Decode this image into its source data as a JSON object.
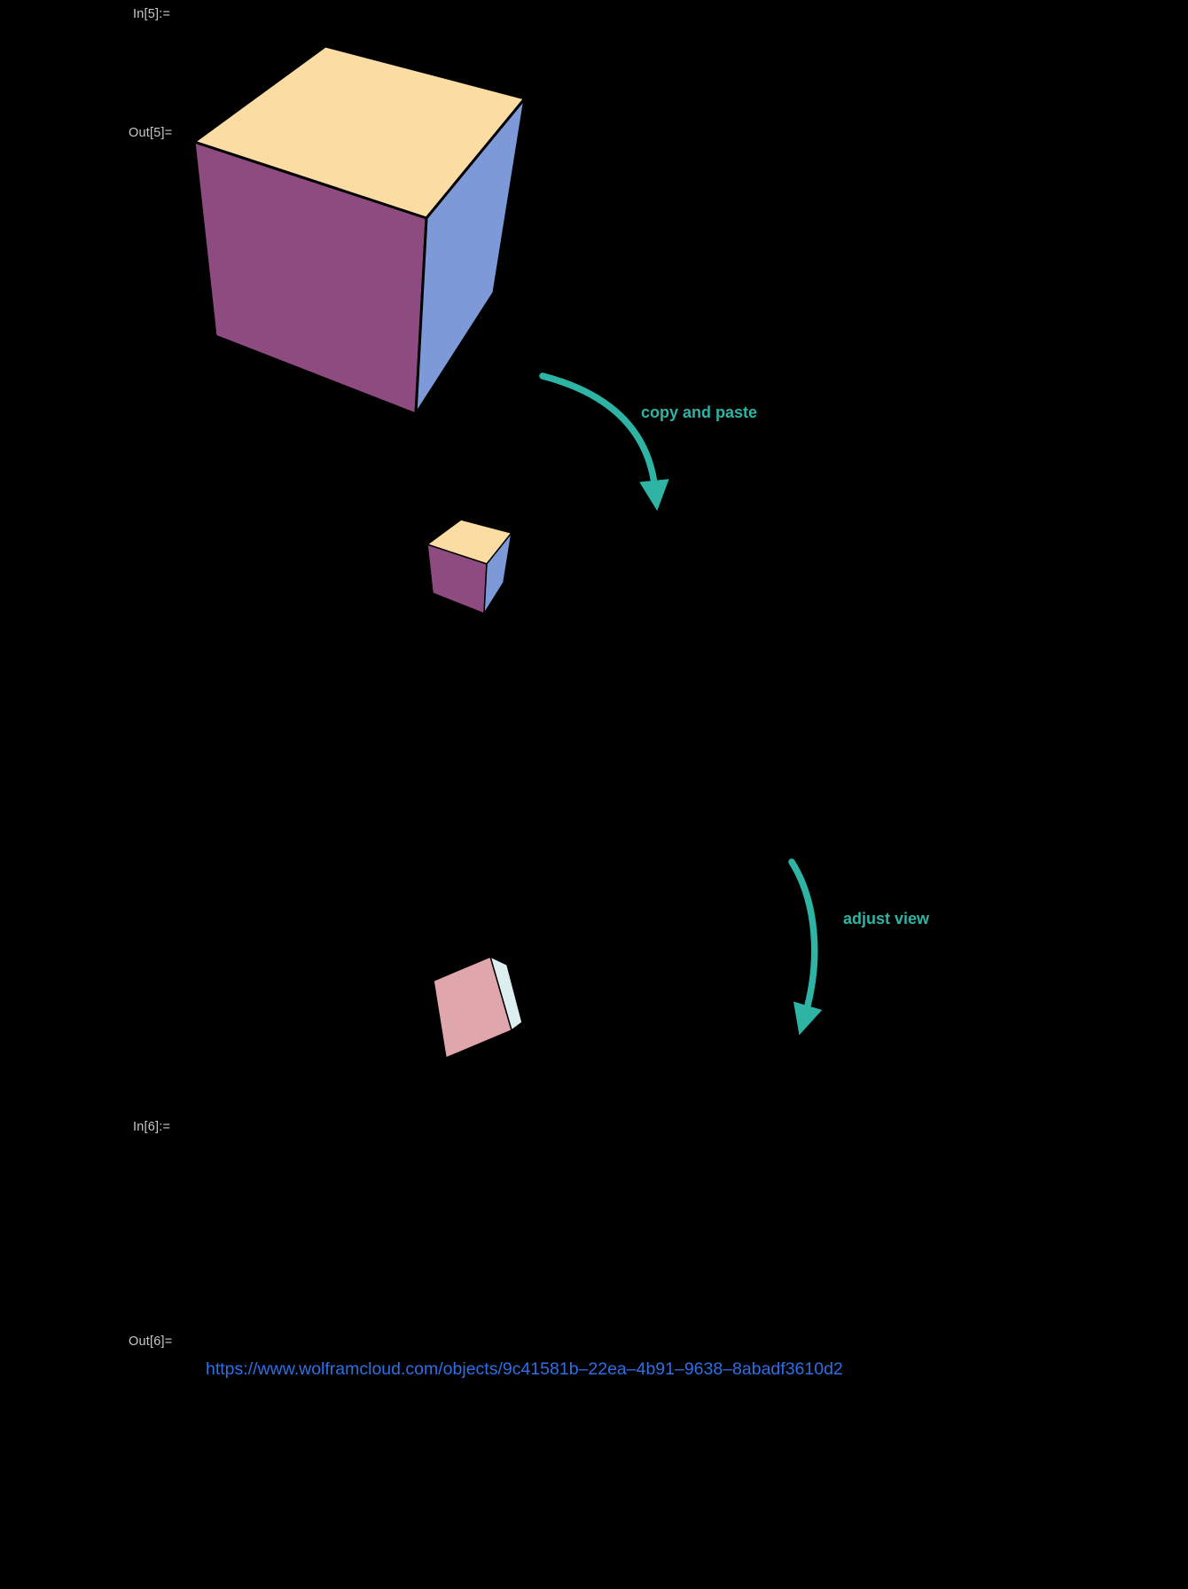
{
  "colors": {
    "background": "#000000",
    "cell_label": "#c9c9c9",
    "annotation_teal": "#2eb4a4",
    "link_blue": "#2e6ee6",
    "cube_top": "#fbdda4",
    "cube_left": "#8d4b80",
    "cube_right": "#7e99d8",
    "cube2_front": "#dfa6ab",
    "cube2_side": "#dceef0"
  },
  "cells": {
    "in5_label": "In[5]:=",
    "out5_label": "Out[5]=",
    "in6_label": "In[6]:=",
    "out6_label": "Out[6]="
  },
  "annotations": {
    "copy_and_paste": "copy and paste",
    "adjust_view": "adjust view"
  },
  "graphics": {
    "large_cube": "3d-cuboid-output",
    "pasted_cube": "3d-cuboid-pasted-copy",
    "adjusted_cube": "3d-cuboid-adjusted-view"
  },
  "output": {
    "cloud_url": "https://www.wolframcloud.com/objects/9c41581b–22ea–4b91–9638–8abadf3610d2"
  }
}
